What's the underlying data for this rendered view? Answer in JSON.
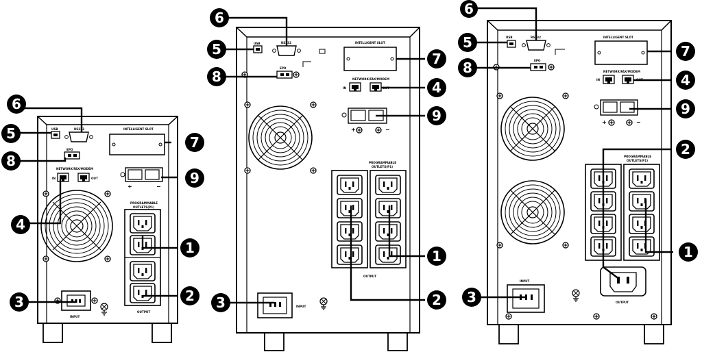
{
  "units": {
    "small": {
      "usb": "USB",
      "rs232": "RS232",
      "epo": "EPO",
      "intelligent_slot": "INTELLIGENT SLOT",
      "network": "NETWORK/FAX/MODEM",
      "net_in": "IN",
      "net_out": "OUT",
      "programmable_line1": "PROGRAMMABLE",
      "programmable_line2": "OUTLETS(P1)",
      "input": "INPUT",
      "output": "OUTPUT"
    },
    "medium": {
      "usb": "USB",
      "rs232": "RS232",
      "epo": "EPO",
      "intelligent_slot": "INTELLIGENT SLOT",
      "network": "NETWORK/FAX/MODEM",
      "net_in": "IN",
      "net_out": "OUT",
      "programmable_line1": "PROGRAMMABLE",
      "programmable_line2": "OUTLETS(P1)",
      "input": "INPUT",
      "output": "OUTPUT"
    },
    "large": {
      "usb": "USB",
      "rs232": "RS232",
      "epo": "EPO",
      "intelligent_slot": "INTELLIGENT SLOT",
      "network": "NETWORK/FAX/MODEM",
      "net_in": "IN",
      "net_out": "OUT",
      "programmable_line1": "PROGRAMMABLE",
      "programmable_line2": "OUTLETS(P1)",
      "input": "INPUT",
      "output": "OUTPUT"
    }
  },
  "callouts": {
    "n1": "1",
    "n2": "2",
    "n3": "3",
    "n4": "4",
    "n5": "5",
    "n6": "6",
    "n7": "7",
    "n8": "8",
    "n9": "9"
  },
  "battery_terminals": {
    "plus": "+",
    "minus": "−"
  }
}
